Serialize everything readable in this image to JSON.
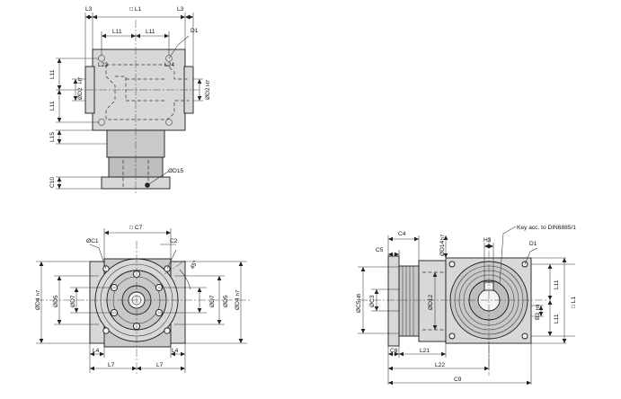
{
  "labels": {
    "top": {
      "L3_left": "L3",
      "L1": "□ L1",
      "L3_right": "L3",
      "L11_a": "L11",
      "L11_b": "L11",
      "D1": "D1",
      "L23": "L23",
      "L24": "L24",
      "L11_side_a": "L11",
      "L11_side_b": "L11",
      "D2_left": "ØD2",
      "D2_left_tol": "H7",
      "D2_right": "ØD2",
      "D2_right_tol": "H7",
      "L15": "L15",
      "D15": "ØD15",
      "C10": "C10"
    },
    "front": {
      "C7": "□ C7",
      "C1": "ØC1",
      "C2": "C2",
      "angle": "45°",
      "D4_left": "ØD4",
      "D4_left_tol": "h7",
      "D5_left": "ØD5",
      "D7_left": "ØD7",
      "D7_right": "ØD7",
      "D5_right": "ØD5",
      "D4_right": "ØD4",
      "D4_right_tol": "h7",
      "L4_left": "L4",
      "L4_right": "L4",
      "L7_left": "L7",
      "L7_right": "L7"
    },
    "side": {
      "C4": "C4",
      "C5": "C5",
      "D14": "ØD14",
      "D14_tol": "h7",
      "H3": "H3",
      "key_note": "Key acc. to DIN6885/1",
      "D1": "D1",
      "C5_dia": "ØC5",
      "C5_dia_tol": "H8",
      "C3_dia": "ØC3",
      "D12": "ØD12",
      "L11_a": "L11",
      "L11_b": "L11",
      "L1": "□ L1",
      "B3": "B3",
      "B3_tol": "h9",
      "C8": "C8",
      "L21": "L21",
      "L22": "L22",
      "C9": "C9"
    }
  },
  "colors": {
    "line": "#1a1a1a",
    "housing": "#d8d8d8",
    "housing_dark": "#bdbdbd",
    "background": "#ffffff"
  }
}
